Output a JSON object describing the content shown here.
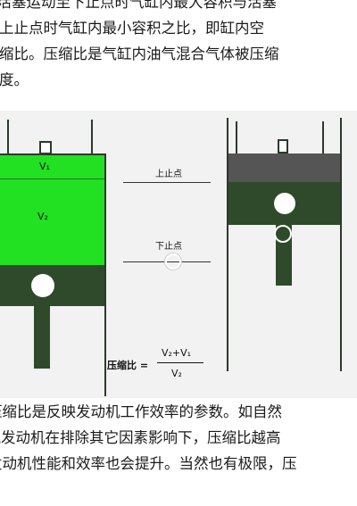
{
  "top_text": {
    "line1": "当活塞运动至下止点时气缸内最大容积与活塞",
    "line2": "行至上止点时气缸内最小容积之比，即缸内空",
    "line3": "气压缩比。压缩比是气缸内油气混合气体被压缩",
    "line4": "的程度。"
  },
  "diagram": {
    "v1_label": "V₁",
    "v2_label": "V₂",
    "tdc_label": "上止点",
    "bdc_label": "下止点",
    "formula_prefix": "压缩比 =",
    "formula_numerator": "V₂+V₁",
    "formula_denominator": "V₂",
    "colors": {
      "volume": "#22e022",
      "piston": "#2f4a2a",
      "head": "#555555"
    }
  },
  "bottom_text": {
    "line1": "压缩比是反映发动机工作效率的参数。如自然",
    "line2": "吸气发动机在排除其它因素影响下，压缩比越高",
    "line3": "发动机性能和效率也会提升。当然也有极限，压"
  }
}
